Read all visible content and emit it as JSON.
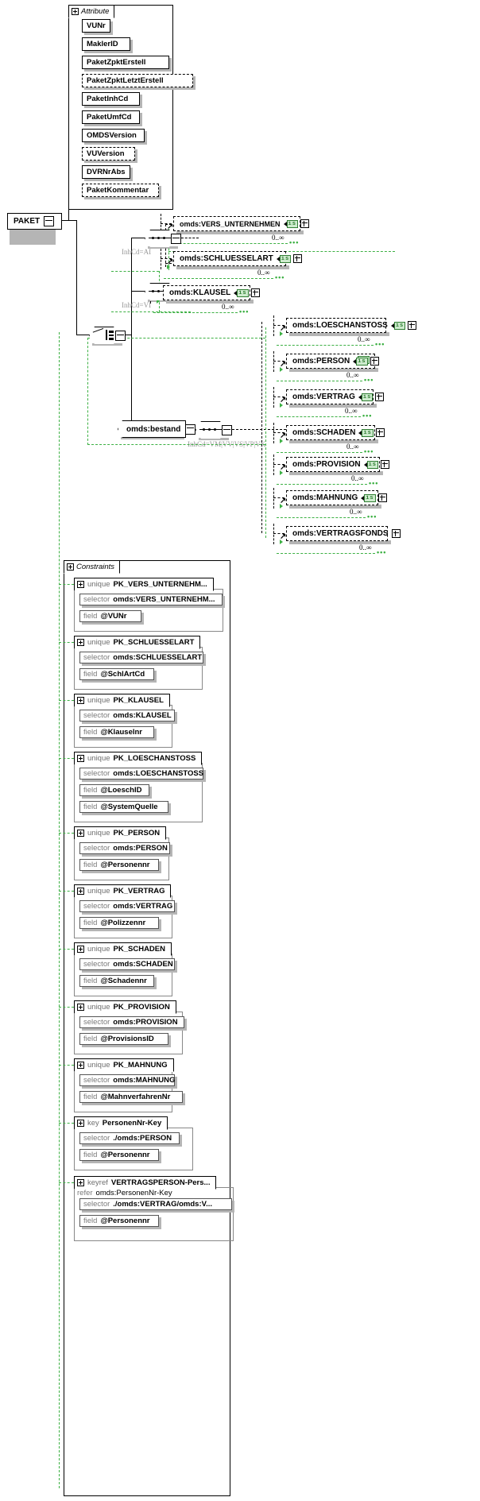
{
  "diagram": {
    "type": "xsd-content-model",
    "root_element": "PAKET",
    "attribute_group_label": "Attribute",
    "constraints_group_label": "Constraints"
  },
  "attributes": [
    {
      "name": "VUNr",
      "optional": false
    },
    {
      "name": "MaklerID",
      "optional": false
    },
    {
      "name": "PaketZpktErstell",
      "optional": false
    },
    {
      "name": "PaketZpktLetztErstell",
      "optional": true
    },
    {
      "name": "PaketInhCd",
      "optional": false
    },
    {
      "name": "PaketUmfCd",
      "optional": false
    },
    {
      "name": "OMDSVersion",
      "optional": false
    },
    {
      "name": "VUVersion",
      "optional": true
    },
    {
      "name": "DVRNrAbs",
      "optional": false
    },
    {
      "name": "PaketKommentar",
      "optional": true
    }
  ],
  "branches": [
    {
      "compositor": "sequence",
      "annotation": "InhCd=AI",
      "elements": [
        {
          "name": "omds:VERS_UNTERNEHMEN",
          "occurrence": "0..∞",
          "badge": "is",
          "badge_double": false,
          "expand": "plus"
        },
        {
          "name": "omds:SCHLUESSELART",
          "occurrence": "0..∞",
          "badge": "is",
          "badge_double": false,
          "expand": "plus"
        }
      ]
    },
    {
      "compositor": "sequence",
      "annotation": "InhCd=VI",
      "elements": [
        {
          "name": "omds:KLAUSEL",
          "occurrence": "0..∞",
          "badge": "is",
          "badge_double": false,
          "expand": "plus"
        }
      ]
    },
    {
      "compositor": "sequence",
      "group_element": "omds:bestand",
      "annotation": "InhCd=VM|VV|VS|VP|VK",
      "elements": [
        {
          "name": "omds:LOESCHANSTOSS",
          "occurrence": "0..∞",
          "badge": "is",
          "badge_double": false,
          "expand": "plus"
        },
        {
          "name": "omds:PERSON",
          "occurrence": "0..∞",
          "badge": "is",
          "badge_double": true,
          "expand": "plus"
        },
        {
          "name": "omds:VERTRAG",
          "occurrence": "0..∞",
          "badge": "is",
          "badge_double": false,
          "expand": "plus"
        },
        {
          "name": "omds:SCHADEN",
          "occurrence": "0..∞",
          "badge": "is",
          "badge_double": false,
          "expand": "plus"
        },
        {
          "name": "omds:PROVISION",
          "occurrence": "0..∞",
          "badge": "is",
          "badge_double": false,
          "expand": "plus"
        },
        {
          "name": "omds:MAHNUNG",
          "occurrence": "0..∞",
          "badge": "is",
          "badge_double": false,
          "expand": "plus"
        },
        {
          "name": "omds:VERTRAGSFONDS",
          "occurrence": "0..∞",
          "badge": null,
          "badge_double": false,
          "expand": "plus"
        }
      ]
    }
  ],
  "constraints": [
    {
      "kind": "unique",
      "name": "PK_VERS_UNTERNEHM...",
      "refer": null,
      "rows": [
        {
          "kw": "selector",
          "value": "omds:VERS_UNTERNEHM..."
        },
        {
          "kw": "field",
          "value": "@VUNr"
        }
      ]
    },
    {
      "kind": "unique",
      "name": "PK_SCHLUESSELART",
      "refer": null,
      "rows": [
        {
          "kw": "selector",
          "value": "omds:SCHLUESSELART"
        },
        {
          "kw": "field",
          "value": "@SchlArtCd"
        }
      ]
    },
    {
      "kind": "unique",
      "name": "PK_KLAUSEL",
      "refer": null,
      "rows": [
        {
          "kw": "selector",
          "value": "omds:KLAUSEL"
        },
        {
          "kw": "field",
          "value": "@Klauselnr"
        }
      ]
    },
    {
      "kind": "unique",
      "name": "PK_LOESCHANSTOSS",
      "refer": null,
      "rows": [
        {
          "kw": "selector",
          "value": "omds:LOESCHANSTOSS"
        },
        {
          "kw": "field",
          "value": "@LoeschID"
        },
        {
          "kw": "field",
          "value": "@SystemQuelle"
        }
      ]
    },
    {
      "kind": "unique",
      "name": "PK_PERSON",
      "refer": null,
      "rows": [
        {
          "kw": "selector",
          "value": "omds:PERSON"
        },
        {
          "kw": "field",
          "value": "@Personennr"
        }
      ]
    },
    {
      "kind": "unique",
      "name": "PK_VERTRAG",
      "refer": null,
      "rows": [
        {
          "kw": "selector",
          "value": "omds:VERTRAG"
        },
        {
          "kw": "field",
          "value": "@Polizzennr"
        }
      ]
    },
    {
      "kind": "unique",
      "name": "PK_SCHADEN",
      "refer": null,
      "rows": [
        {
          "kw": "selector",
          "value": "omds:SCHADEN"
        },
        {
          "kw": "field",
          "value": "@Schadennr"
        }
      ]
    },
    {
      "kind": "unique",
      "name": "PK_PROVISION",
      "refer": null,
      "rows": [
        {
          "kw": "selector",
          "value": "omds:PROVISION"
        },
        {
          "kw": "field",
          "value": "@ProvisionsID"
        }
      ]
    },
    {
      "kind": "unique",
      "name": "PK_MAHNUNG",
      "refer": null,
      "rows": [
        {
          "kw": "selector",
          "value": "omds:MAHNUNG"
        },
        {
          "kw": "field",
          "value": "@MahnverfahrenNr"
        }
      ]
    },
    {
      "kind": "key",
      "name": "PersonenNr-Key",
      "refer": null,
      "rows": [
        {
          "kw": "selector",
          "value": "./omds:PERSON"
        },
        {
          "kw": "field",
          "value": "@Personennr"
        }
      ]
    },
    {
      "kind": "keyref",
      "name": "VERTRAGSPERSON-Pers...",
      "refer": "omds:PersonenNr-Key",
      "rows": [
        {
          "kw": "selector",
          "value": "./omds:VERTRAG/omds:V..."
        },
        {
          "kw": "field",
          "value": "@Personennr"
        }
      ]
    }
  ],
  "colors": {
    "identity_green": "#3cb043",
    "chip_fill": "#cdebcd",
    "chip_border": "#2f7d32",
    "shadow": "#b5b5b5",
    "muted_text": "#9a9a9a"
  }
}
